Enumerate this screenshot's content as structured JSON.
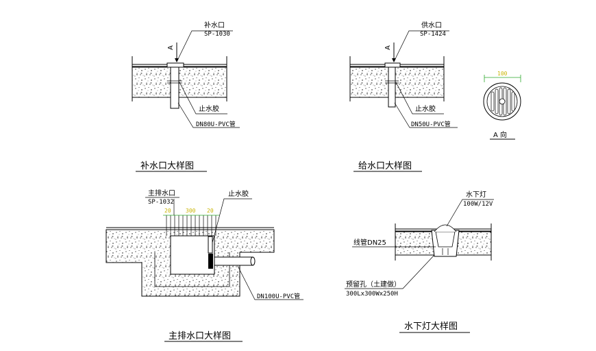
{
  "detail_makeup": {
    "title": "补水口大样图",
    "fitting_label": "补水口",
    "fitting_code": "SP-1030",
    "section_marker": "A",
    "waterstop_label": "止水胶",
    "pipe_label": "DN80U-PVC管"
  },
  "detail_supply": {
    "title": "给水口大样图",
    "fitting_label": "供水口",
    "fitting_code": "SP-1424",
    "section_marker": "A",
    "waterstop_label": "止水胶",
    "pipe_label": "DN50U-PVC管"
  },
  "view_a": {
    "dimension": "100",
    "caption": "A 向"
  },
  "detail_main_drain": {
    "title": "主排水口大样图",
    "fitting_label": "主排水口",
    "fitting_code": "SP-1032",
    "waterstop_label": "止水胶",
    "dim_left": "20",
    "dim_mid": "300",
    "dim_right": "20",
    "pipe_label": "DN100U-PVC管"
  },
  "detail_light": {
    "title": "水下灯大样图",
    "fitting_label": "水下灯",
    "fitting_spec": "100W/12V",
    "conduit_label": "线管DN25",
    "opening_label": "预留孔（土建做）",
    "opening_size": "300Lx300Wx250H"
  }
}
